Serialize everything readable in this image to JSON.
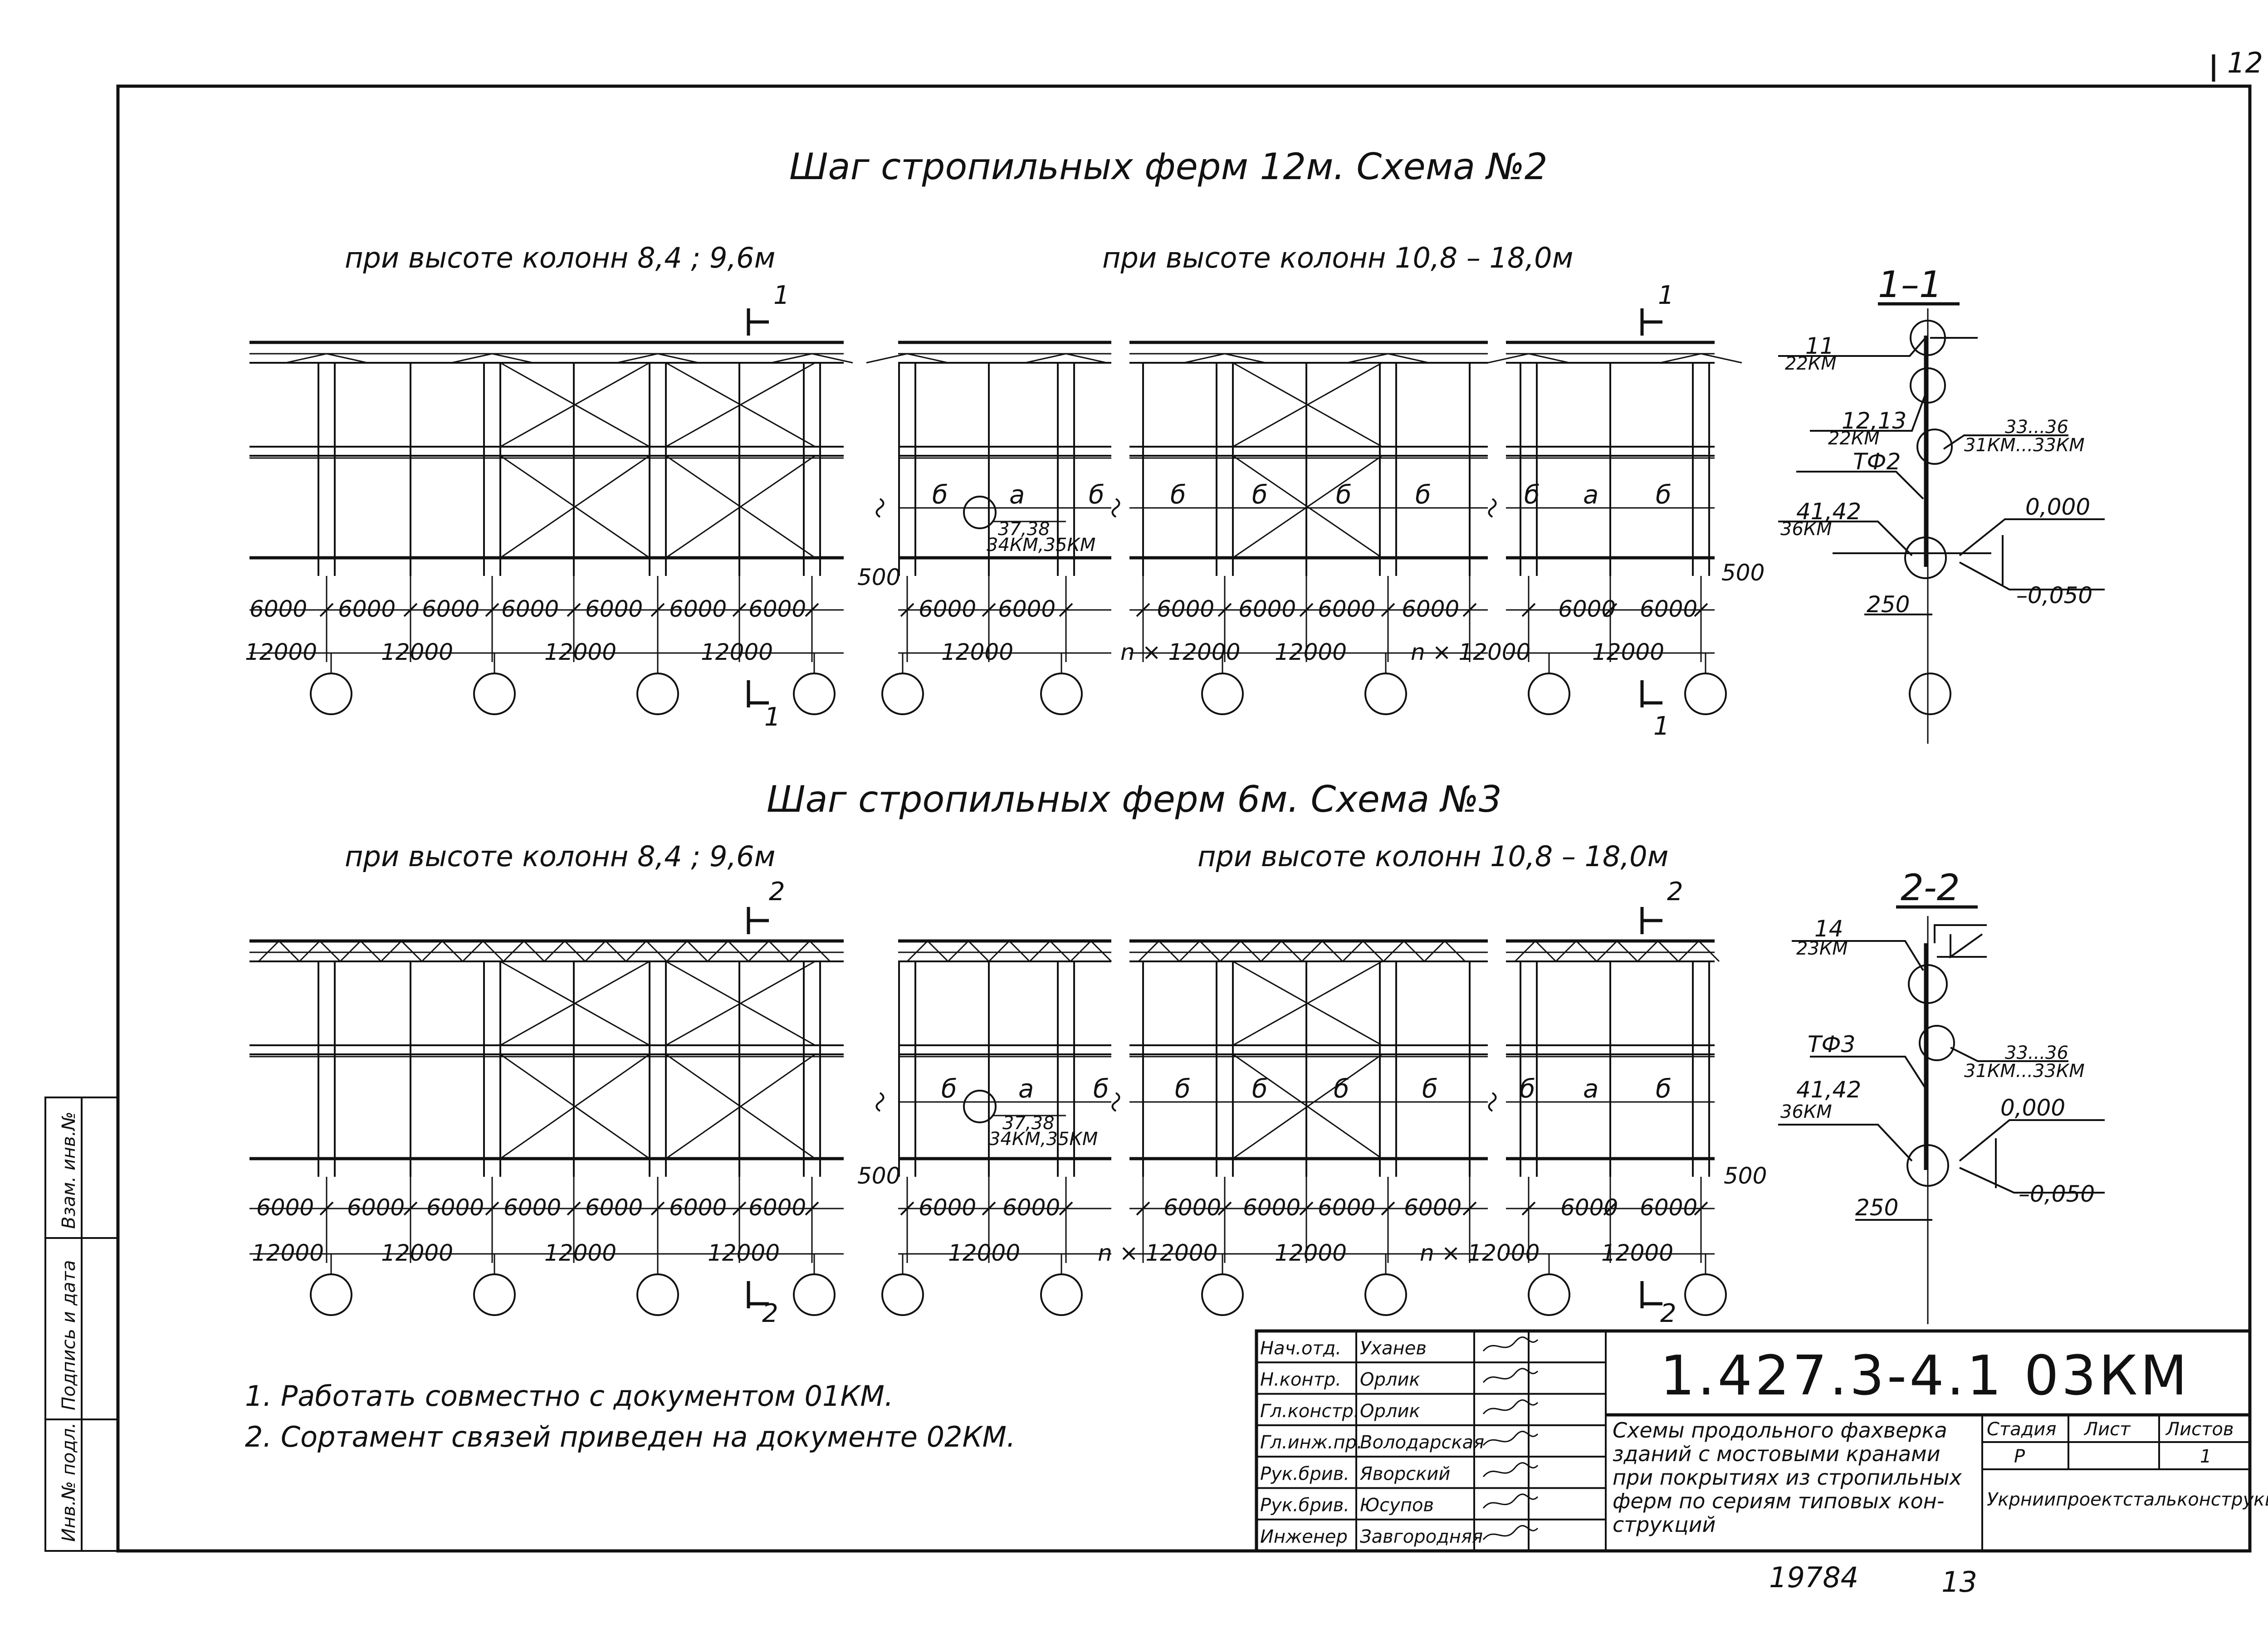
{
  "page_number": "12",
  "schema2": {
    "title": "Шаг стропильных ферм 12м. Схема №2",
    "left_caption": "при высоте колонн 8,4 ; 9,6м",
    "right_caption": "при высоте колонн 10,8 – 18,0м",
    "left_dims_top": [
      "6000",
      "6000",
      "6000",
      "6000",
      "6000",
      "6000",
      "6000"
    ],
    "left_dims_bottom": [
      "12000",
      "12000",
      "12000",
      "12000"
    ],
    "mid_dims_top": [
      "6000",
      "6000"
    ],
    "mid_dims_bottom": [
      "12000",
      "n × 12000"
    ],
    "center_dims_top": [
      "6000",
      "6000",
      "6000",
      "6000"
    ],
    "center_dims_bottom": [
      "12000",
      "n × 12000"
    ],
    "right_dims_top": [
      "6000",
      "6000"
    ],
    "right_dims_bottom": [
      "12000"
    ],
    "offset_left": "500",
    "offset_right": "500",
    "panel_labels": [
      "б",
      "а",
      "б",
      "б",
      "б",
      "б",
      "б",
      "б",
      "а",
      "б"
    ],
    "callout": "37,38",
    "callout_ref": "34КМ,35КМ",
    "section_mark": "1",
    "section_title": "1–1",
    "section_items": [
      {
        "num": "11",
        "ref": "22КМ"
      },
      {
        "num": "12,13",
        "ref": "22КМ"
      },
      {
        "num": "ТФ2",
        "ref": ""
      },
      {
        "num": "41,42",
        "ref": "36КМ"
      },
      {
        "num": "33...36",
        "ref": "31КМ...33КМ"
      }
    ],
    "level_top": "0,000",
    "level_bottom": "–0,050",
    "section_dim": "250"
  },
  "schema3": {
    "title": "Шаг стропильных ферм 6м. Схема №3",
    "left_caption": "при высоте колонн 8,4 ; 9,6м",
    "right_caption": "при высоте колонн 10,8 – 18,0м",
    "left_dims_top": [
      "6000",
      "6000",
      "6000",
      "6000",
      "6000",
      "6000",
      "6000"
    ],
    "left_dims_bottom": [
      "12000",
      "12000",
      "12000",
      "12000"
    ],
    "mid_dims_top": [
      "6000",
      "6000"
    ],
    "mid_dims_bottom": [
      "12000",
      "n × 12000"
    ],
    "center_dims_top": [
      "6000",
      "6000",
      "6000",
      "6000"
    ],
    "center_dims_bottom": [
      "12000",
      "n × 12000"
    ],
    "right_dims_top": [
      "6000",
      "6000"
    ],
    "right_dims_bottom": [
      "12000"
    ],
    "offset_left": "500",
    "offset_right": "500",
    "callout": "37,38",
    "callout_ref": "34КМ,35КМ",
    "section_mark": "2",
    "section_title": "2-2",
    "section_items": [
      {
        "num": "14",
        "ref": "23КМ"
      },
      {
        "num": "ТФ3",
        "ref": ""
      },
      {
        "num": "41,42",
        "ref": "36КМ"
      },
      {
        "num": "33...36",
        "ref": "31КМ...33КМ"
      }
    ],
    "level_top": "0,000",
    "level_bottom": "–0,050",
    "section_dim": "250"
  },
  "notes": [
    "1. Работать совместно с документом 01КМ.",
    "2. Сортамент связей приведен на документе 02КМ."
  ],
  "side_stamp": {
    "col1": "Инв.№ подл.",
    "col2": "Подпись и дата",
    "col3": "Взам. инв.№"
  },
  "title_block": {
    "code": "1.427.3-4.1   03КМ",
    "roles": [
      {
        "role": "Нач.отд.",
        "name": "Уханев"
      },
      {
        "role": "Н.контр.",
        "name": "Орлик"
      },
      {
        "role": "Гл.констр.",
        "name": "Орлик"
      },
      {
        "role": "Гл.инж.пр.",
        "name": "Володарская"
      },
      {
        "role": "Рук.брив.",
        "name": "Яворский"
      },
      {
        "role": "Рук.брив.",
        "name": "Юсупов"
      },
      {
        "role": "Инженер",
        "name": "Завгородняя"
      }
    ],
    "description_lines": [
      "Схемы продольного фахверка",
      "зданий с мостовыми кранами",
      "при покрытиях из стропильных",
      "ферм по сериям типовых кон-",
      "струкций"
    ],
    "stage_header": "Стадия",
    "sheet_header": "Лист",
    "sheets_header": "Листов",
    "stage_value": "Р",
    "sheets_value": "1",
    "organization": "Укрниипроектстальконструкция"
  },
  "footer": {
    "inventory": "19784",
    "page": "13"
  }
}
